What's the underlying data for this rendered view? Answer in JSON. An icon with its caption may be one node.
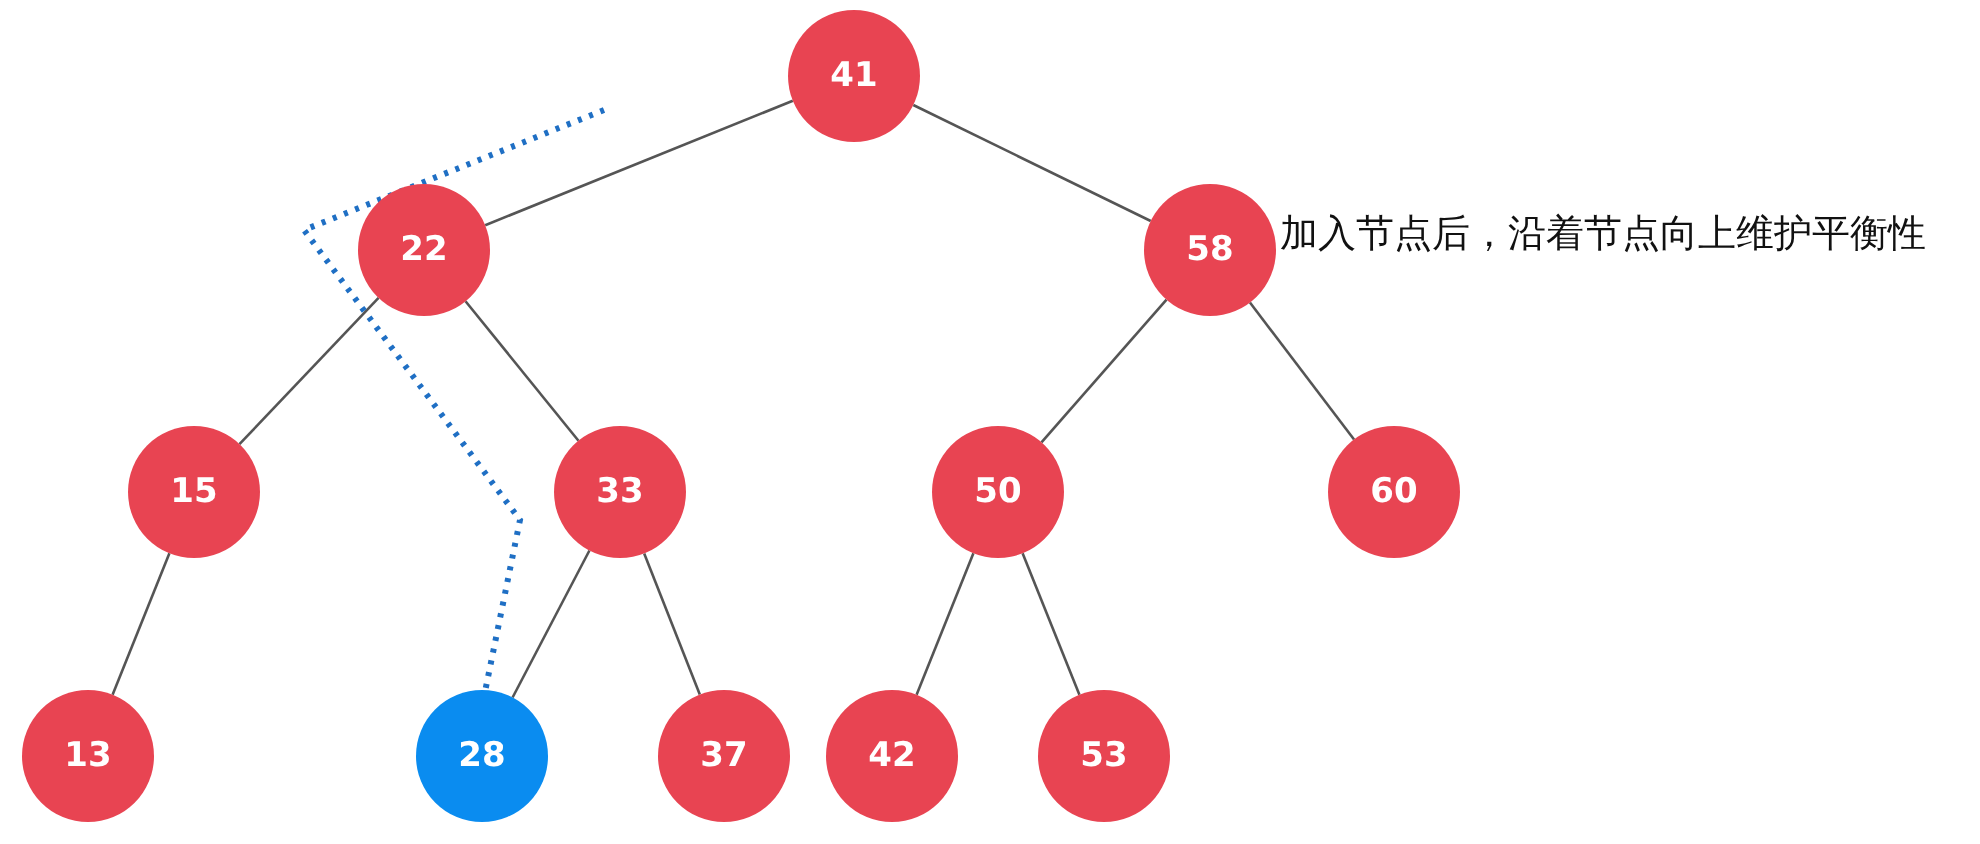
{
  "diagram": {
    "nodes": [
      {
        "text": [
          "41"
        ]
      },
      {
        "text": [
          "22"
        ]
      },
      {
        "text": [
          "58"
        ]
      },
      {
        "text": [
          "15"
        ]
      },
      {
        "text": [
          "33"
        ]
      },
      {
        "text": [
          "50"
        ]
      },
      {
        "text": [
          "60"
        ]
      },
      {
        "text": [
          "13"
        ]
      },
      {
        "text": [
          "28"
        ]
      },
      {
        "text": [
          "37"
        ]
      },
      {
        "text": [
          "42"
        ]
      },
      {
        "text": [
          "53"
        ]
      }
    ],
    "edges": [
      {
        "from": 0,
        "to": 1,
        "arrow": "none"
      },
      {
        "from": 0,
        "to": 2,
        "arrow": "none"
      },
      {
        "from": 1,
        "to": 3,
        "arrow": "none"
      },
      {
        "from": 1,
        "to": 4,
        "arrow": "none"
      },
      {
        "from": 2,
        "to": 5,
        "arrow": "none"
      },
      {
        "from": 2,
        "to": 6,
        "arrow": "none"
      },
      {
        "from": 3,
        "to": 7,
        "arrow": "none"
      },
      {
        "from": 4,
        "to": 8,
        "arrow": "none"
      },
      {
        "from": 4,
        "to": 9,
        "arrow": "none"
      },
      {
        "from": 5,
        "to": 10,
        "arrow": "none"
      },
      {
        "from": 5,
        "to": 11,
        "arrow": "none"
      }
    ],
    "labels": [
      "加入节点后，沿着节点向上维护平衡性"
    ]
  }
}
